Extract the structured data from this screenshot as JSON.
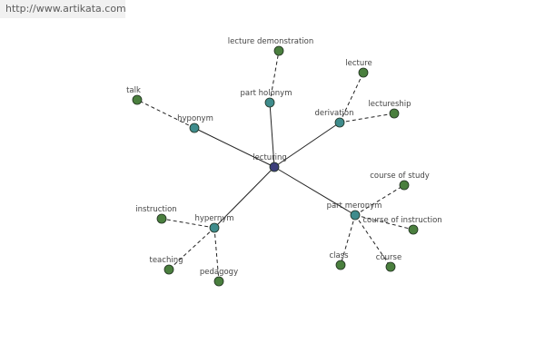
{
  "watermark": "http://www.artikata.com",
  "colors": {
    "center": "#3c3f7a",
    "relation": "#3f8c8c",
    "leaf": "#4a7f3e",
    "node_stroke": "#1f2f1f",
    "edge": "#222222"
  },
  "graph": {
    "center": {
      "id": "lecturing",
      "label": "lecturing"
    },
    "relations": [
      {
        "id": "hyponym",
        "label": "hyponym",
        "leaves": [
          {
            "id": "talk",
            "label": "talk"
          }
        ]
      },
      {
        "id": "part-holonym",
        "label": "part holonym",
        "leaves": [
          {
            "id": "lecture-demonstration",
            "label": "lecture demonstration"
          }
        ]
      },
      {
        "id": "derivation",
        "label": "derivation",
        "leaves": [
          {
            "id": "lecture",
            "label": "lecture"
          },
          {
            "id": "lectureship",
            "label": "lectureship"
          }
        ]
      },
      {
        "id": "part-meronym",
        "label": "part meronym",
        "leaves": [
          {
            "id": "course-of-study",
            "label": "course of study"
          },
          {
            "id": "course-of-instruction",
            "label": "course of instruction"
          },
          {
            "id": "class",
            "label": "class"
          },
          {
            "id": "course",
            "label": "course"
          }
        ]
      },
      {
        "id": "hypernym",
        "label": "hypernym",
        "leaves": [
          {
            "id": "instruction",
            "label": "instruction"
          },
          {
            "id": "teaching",
            "label": "teaching"
          },
          {
            "id": "pedagogy",
            "label": "pedagogy"
          }
        ]
      }
    ]
  }
}
